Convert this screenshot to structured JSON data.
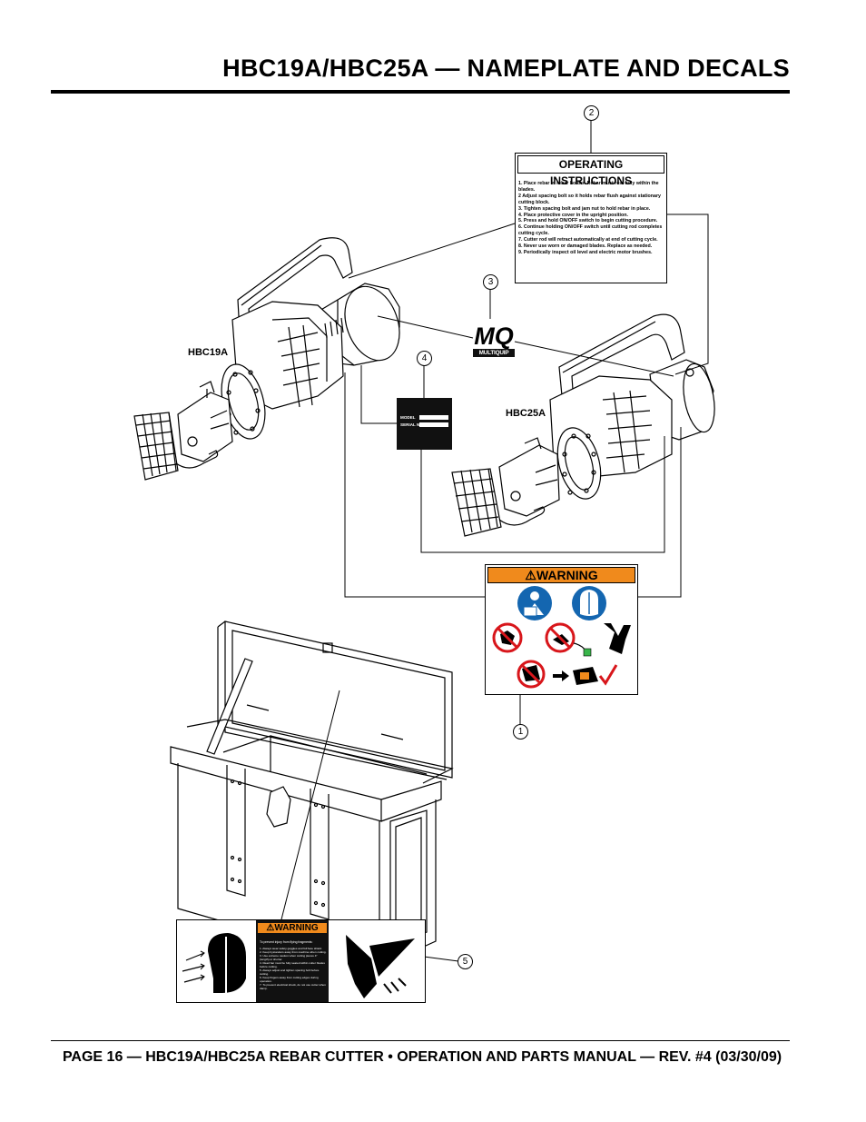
{
  "header": {
    "title": "HBC19A/HBC25A — NAMEPLATE AND DECALS"
  },
  "footer": {
    "text": "PAGE 16 — HBC19A/HBC25A REBAR CUTTER • OPERATION AND PARTS MANUAL — REV. #4 (03/30/09)"
  },
  "labels": {
    "hbc19a": "HBC19A",
    "hbc25a": "HBC25A"
  },
  "callouts": [
    "1",
    "2",
    "3",
    "4",
    "5"
  ],
  "operating_instructions": {
    "title": "OPERATING INSTRUCTIONS",
    "steps": [
      "1. Place rebar in rebar holder. Rebar must rest fully within the blades.",
      "2 Adjust spacing bolt so it holds rebar flush against stationary cutting block.",
      "3. Tighten spacing bolt and jam nut to hold rebar in place.",
      "4. Place protective cover in the upright position.",
      "5. Press and hold ON/OFF switch to begin cutting procedure.",
      "6. Continue holding ON/OFF switch until cutting rod completes cutting cycle.",
      "7. Cutter rod will retract automatically at end of cutting cycle.",
      "8. Never use worn or damaged blades. Replace as needed.",
      "9. Periodically inspect oil level and electric motor brushes."
    ]
  },
  "logo": {
    "mark": "MQ",
    "name": "MULTIQUIP"
  },
  "nameplate": {
    "model_label": "MODEL",
    "serial_label": "SERIAL NO."
  },
  "warning_decal": {
    "header": "WARNING"
  },
  "warning_decal_5": {
    "header": "WARNING",
    "intro": "To prevent injury from flying fragments:",
    "items": [
      "1. Always wear safety goggles and full face shield.",
      "2. Keep bystanders away from machine when cutting.",
      "3. Use extreme caution when cutting pieces 4\" (length) or shorter.",
      "4. Read bar must be fully seated within cutter blades before cutting.",
      "5. Always adjust and tighten spacing bolt before cutting.",
      "6. Keep fingers away from cutting edges during operation.",
      "7. To prevent electrical shock, do not use cutter when damp."
    ]
  },
  "colors": {
    "warning_orange": "#f08a1c",
    "warning_blue": "#1466b0",
    "prohibit_red": "#d8161b",
    "check_red": "#d8161b"
  }
}
